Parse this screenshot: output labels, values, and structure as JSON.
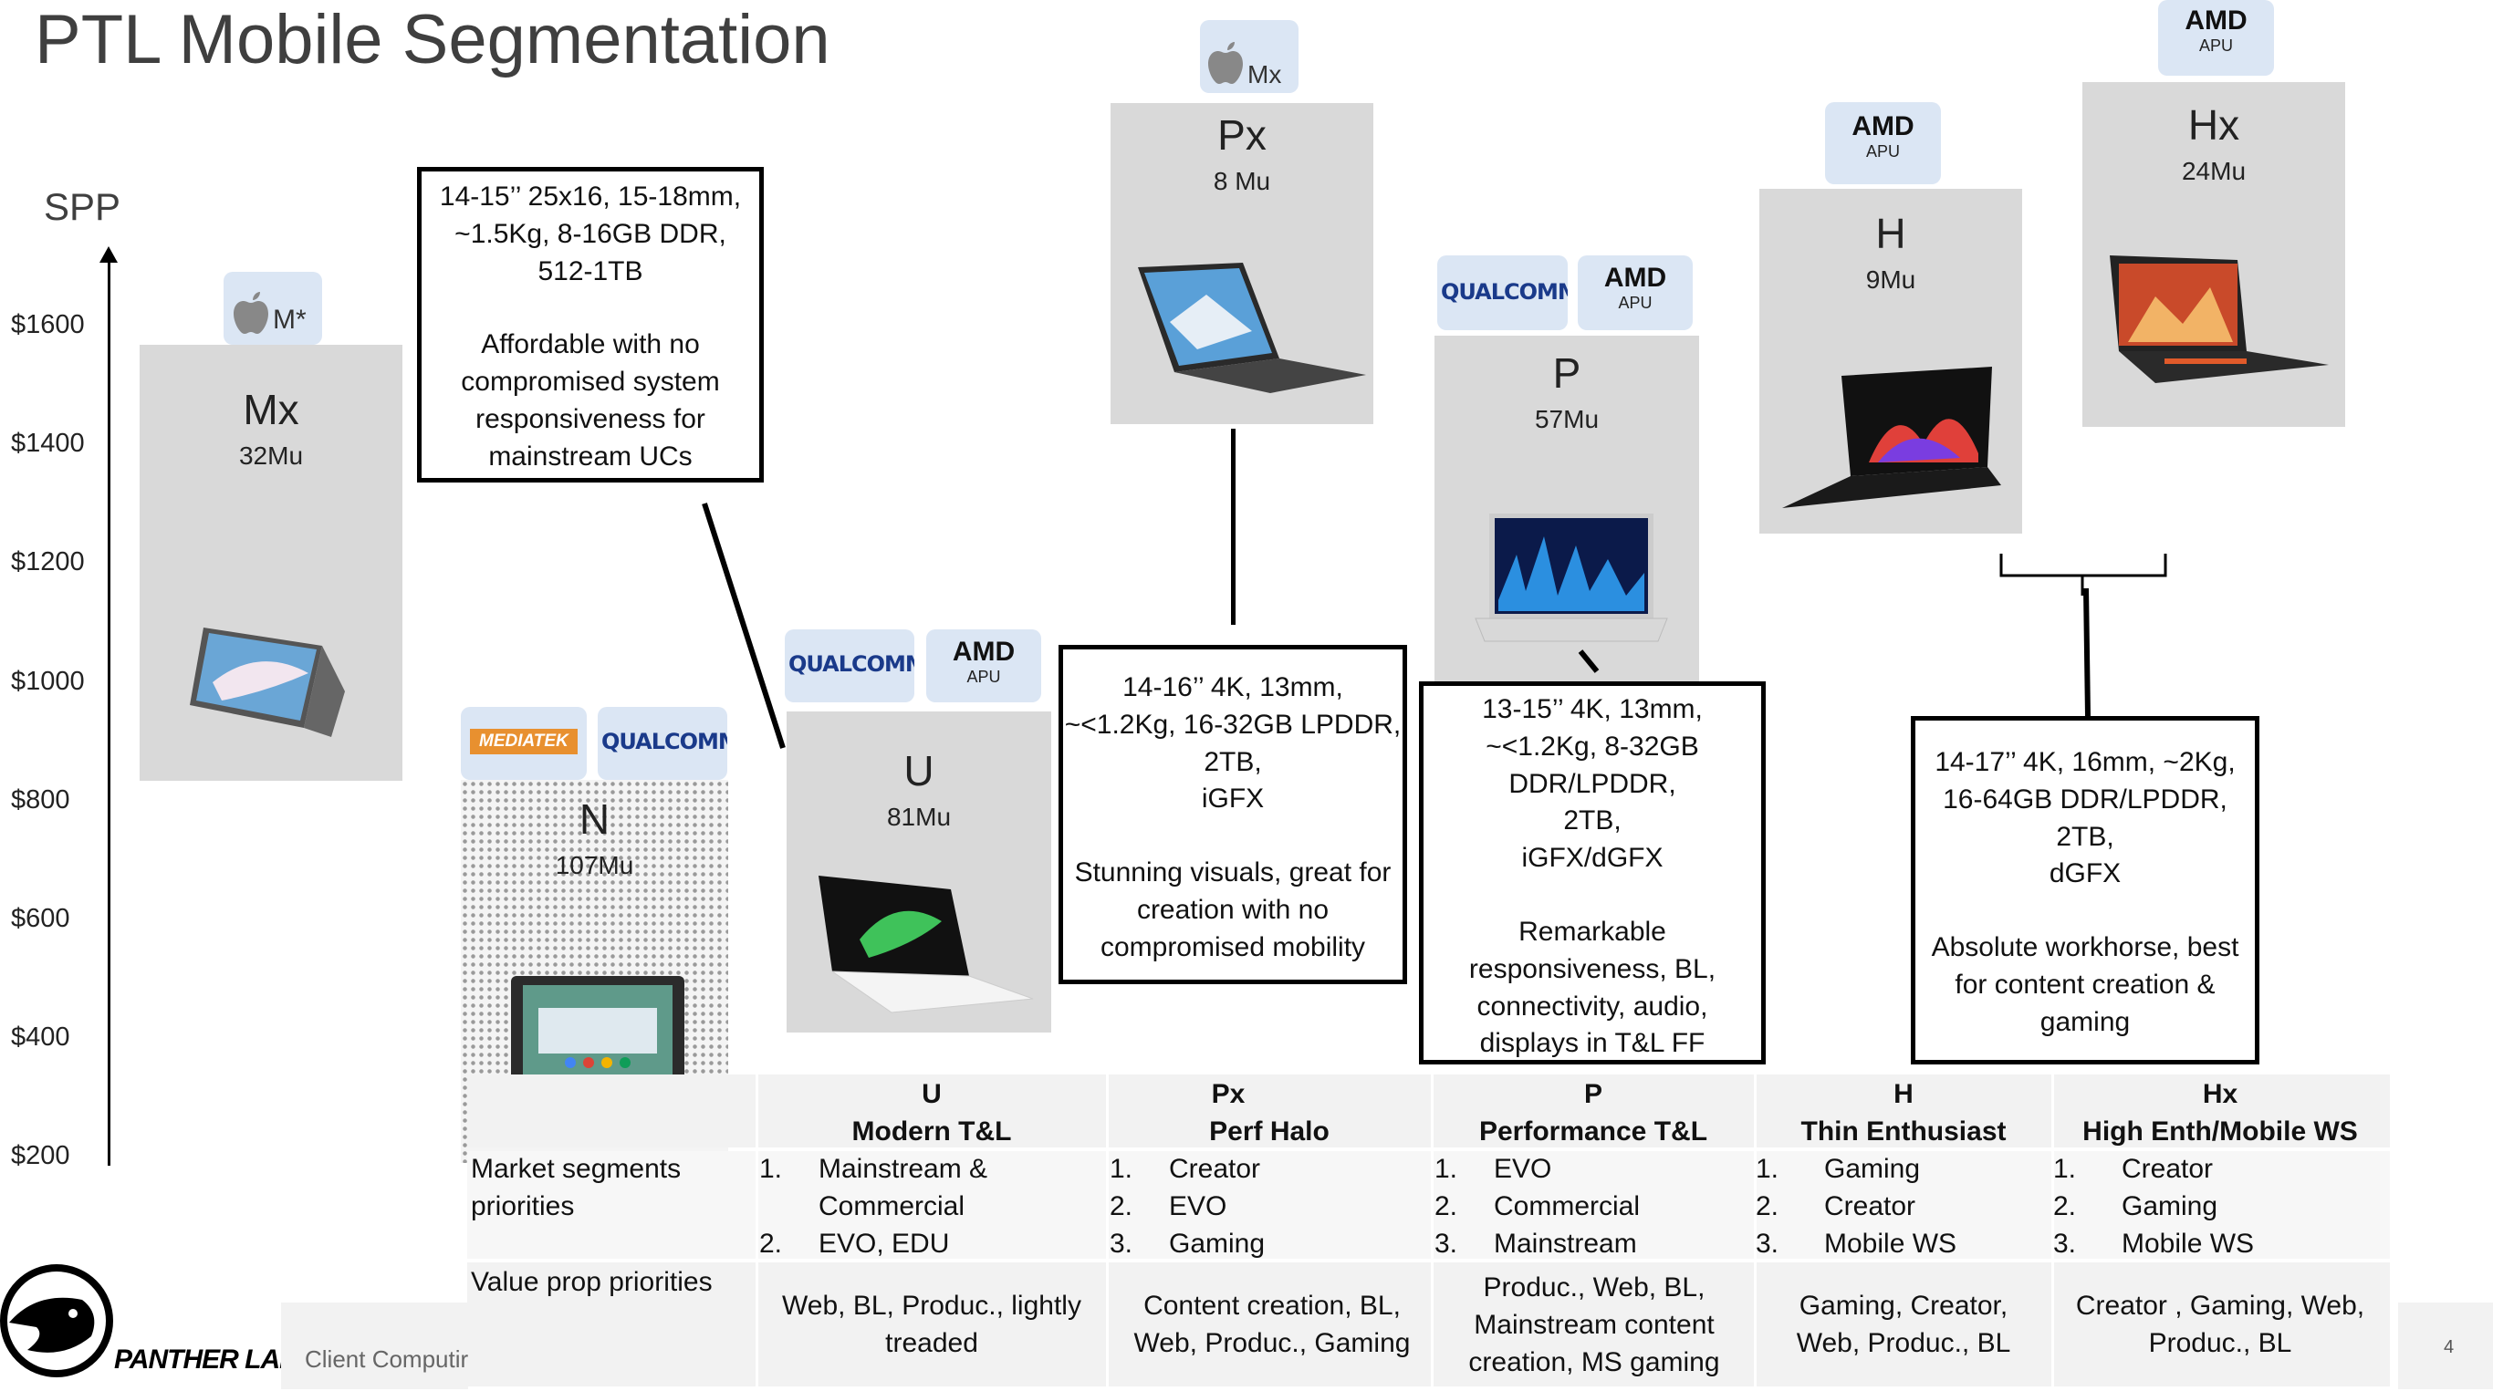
{
  "title": "PTL Mobile Segmentation",
  "axis": {
    "label": "SPP",
    "ticks": [
      "$1600",
      "$1400",
      "$1200",
      "$1000",
      "$800",
      "$600",
      "$400",
      "$200"
    ]
  },
  "segments": {
    "mx": {
      "name": "Mx",
      "volume": "32Mu",
      "badge": "M*"
    },
    "n": {
      "name": "N",
      "volume": "107Mu",
      "badges": [
        "MEDIATEK",
        "QUALCOMM"
      ]
    },
    "u": {
      "name": "U",
      "volume": "81Mu",
      "badges": [
        "QUALCOMM",
        "AMD",
        "APU"
      ]
    },
    "px": {
      "name": "Px",
      "volume": "8 Mu",
      "badge": "Mx"
    },
    "p": {
      "name": "P",
      "volume": "57Mu",
      "badges": [
        "QUALCOMM",
        "AMD",
        "APU"
      ]
    },
    "h": {
      "name": "H",
      "volume": "9Mu",
      "badges": [
        "AMD",
        "APU"
      ]
    },
    "hx": {
      "name": "Hx",
      "volume": "24Mu",
      "badges": [
        "AMD",
        "APU"
      ]
    }
  },
  "callouts": {
    "mainstream": {
      "specs": [
        "14-15’’ 25x16, 15-18mm,",
        "~1.5Kg, 8-16GB DDR,",
        "512-1TB"
      ],
      "desc": [
        "Affordable with no",
        "compromised system",
        "responsiveness  for",
        "mainstream UCs"
      ]
    },
    "px": {
      "specs": [
        "14-16’’ 4K, 13mm,",
        "~<1.2Kg, 16-32GB LPDDR,",
        "2TB,",
        "iGFX"
      ],
      "desc": [
        "Stunning visuals, great for",
        "creation with no",
        "compromised mobility"
      ]
    },
    "p": {
      "specs": [
        "13-15’’ 4K, 13mm,",
        "~<1.2Kg, 8-32GB",
        "DDR/LPDDR,",
        "2TB,",
        "iGFX/dGFX"
      ],
      "desc": [
        "Remarkable",
        "responsiveness, BL,",
        "connectivity, audio,",
        "displays in T&L FF"
      ]
    },
    "h": {
      "specs": [
        "14-17’’ 4K, 16mm, ~2Kg,",
        "16-64GB DDR/LPDDR,",
        "2TB,",
        "dGFX"
      ],
      "desc": [
        "Absolute workhorse, best",
        "for content creation &",
        "gaming"
      ]
    }
  },
  "table": {
    "row_labels": {
      "market": "Market segments priorities",
      "value": "Value prop priorities"
    },
    "columns": [
      {
        "code": "U",
        "name": "Modern T&L",
        "priorities": [
          "Mainstream & Commercial",
          "EVO, EDU"
        ],
        "value": "Web, BL, Produc.,  lightly treaded"
      },
      {
        "code": "Px",
        "name": "Perf Halo",
        "priorities": [
          "Creator",
          "EVO",
          "Gaming"
        ],
        "value": "Content creation, BL, Web, Produc., Gaming"
      },
      {
        "code": "P",
        "name": "Performance T&L",
        "priorities": [
          "EVO",
          "Commercial",
          "Mainstream"
        ],
        "value": "Produc., Web, BL, Mainstream content creation, MS gaming"
      },
      {
        "code": "H",
        "name": "Thin Enthusiast",
        "priorities": [
          "Gaming",
          "Creator",
          "Mobile WS"
        ],
        "value": "Gaming, Creator, Web, Produc., BL"
      },
      {
        "code": "Hx",
        "name": "High Enth/Mobile WS",
        "priorities": [
          "Creator",
          "Gaming",
          "Mobile WS"
        ],
        "value": "Creator , Gaming, Web, Produc., BL"
      }
    ]
  },
  "footer": {
    "brand": "PANTHER LAKE",
    "text": "Client Computir",
    "page": "4"
  }
}
